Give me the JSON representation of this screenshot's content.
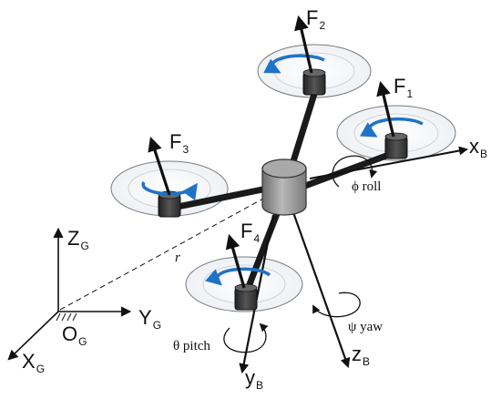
{
  "thrusts": [
    {
      "main": "F",
      "sub": "2"
    },
    {
      "main": "F",
      "sub": "1"
    },
    {
      "main": "F",
      "sub": "3"
    },
    {
      "main": "F",
      "sub": "4"
    }
  ],
  "body_axes": {
    "x": {
      "main": "x",
      "sub": "B"
    },
    "y": {
      "main": "y",
      "sub": "B"
    },
    "z": {
      "main": "z",
      "sub": "B"
    }
  },
  "ground_frame": {
    "z": {
      "main": "Z",
      "sub": "G"
    },
    "y": {
      "main": "Y",
      "sub": "G"
    },
    "x": {
      "main": "X",
      "sub": "G"
    },
    "origin": {
      "main": "O",
      "sub": "G"
    }
  },
  "angles": {
    "roll": "ϕ roll",
    "yaw": "ψ yaw",
    "pitch": "θ pitch"
  },
  "position_vector": "r",
  "colors": {
    "ink": "#111111",
    "arm": "#1a1a1a",
    "rotor_spin": "#1f73c7",
    "motor": "#3a3a3a",
    "hub": "#9a9a9a"
  }
}
